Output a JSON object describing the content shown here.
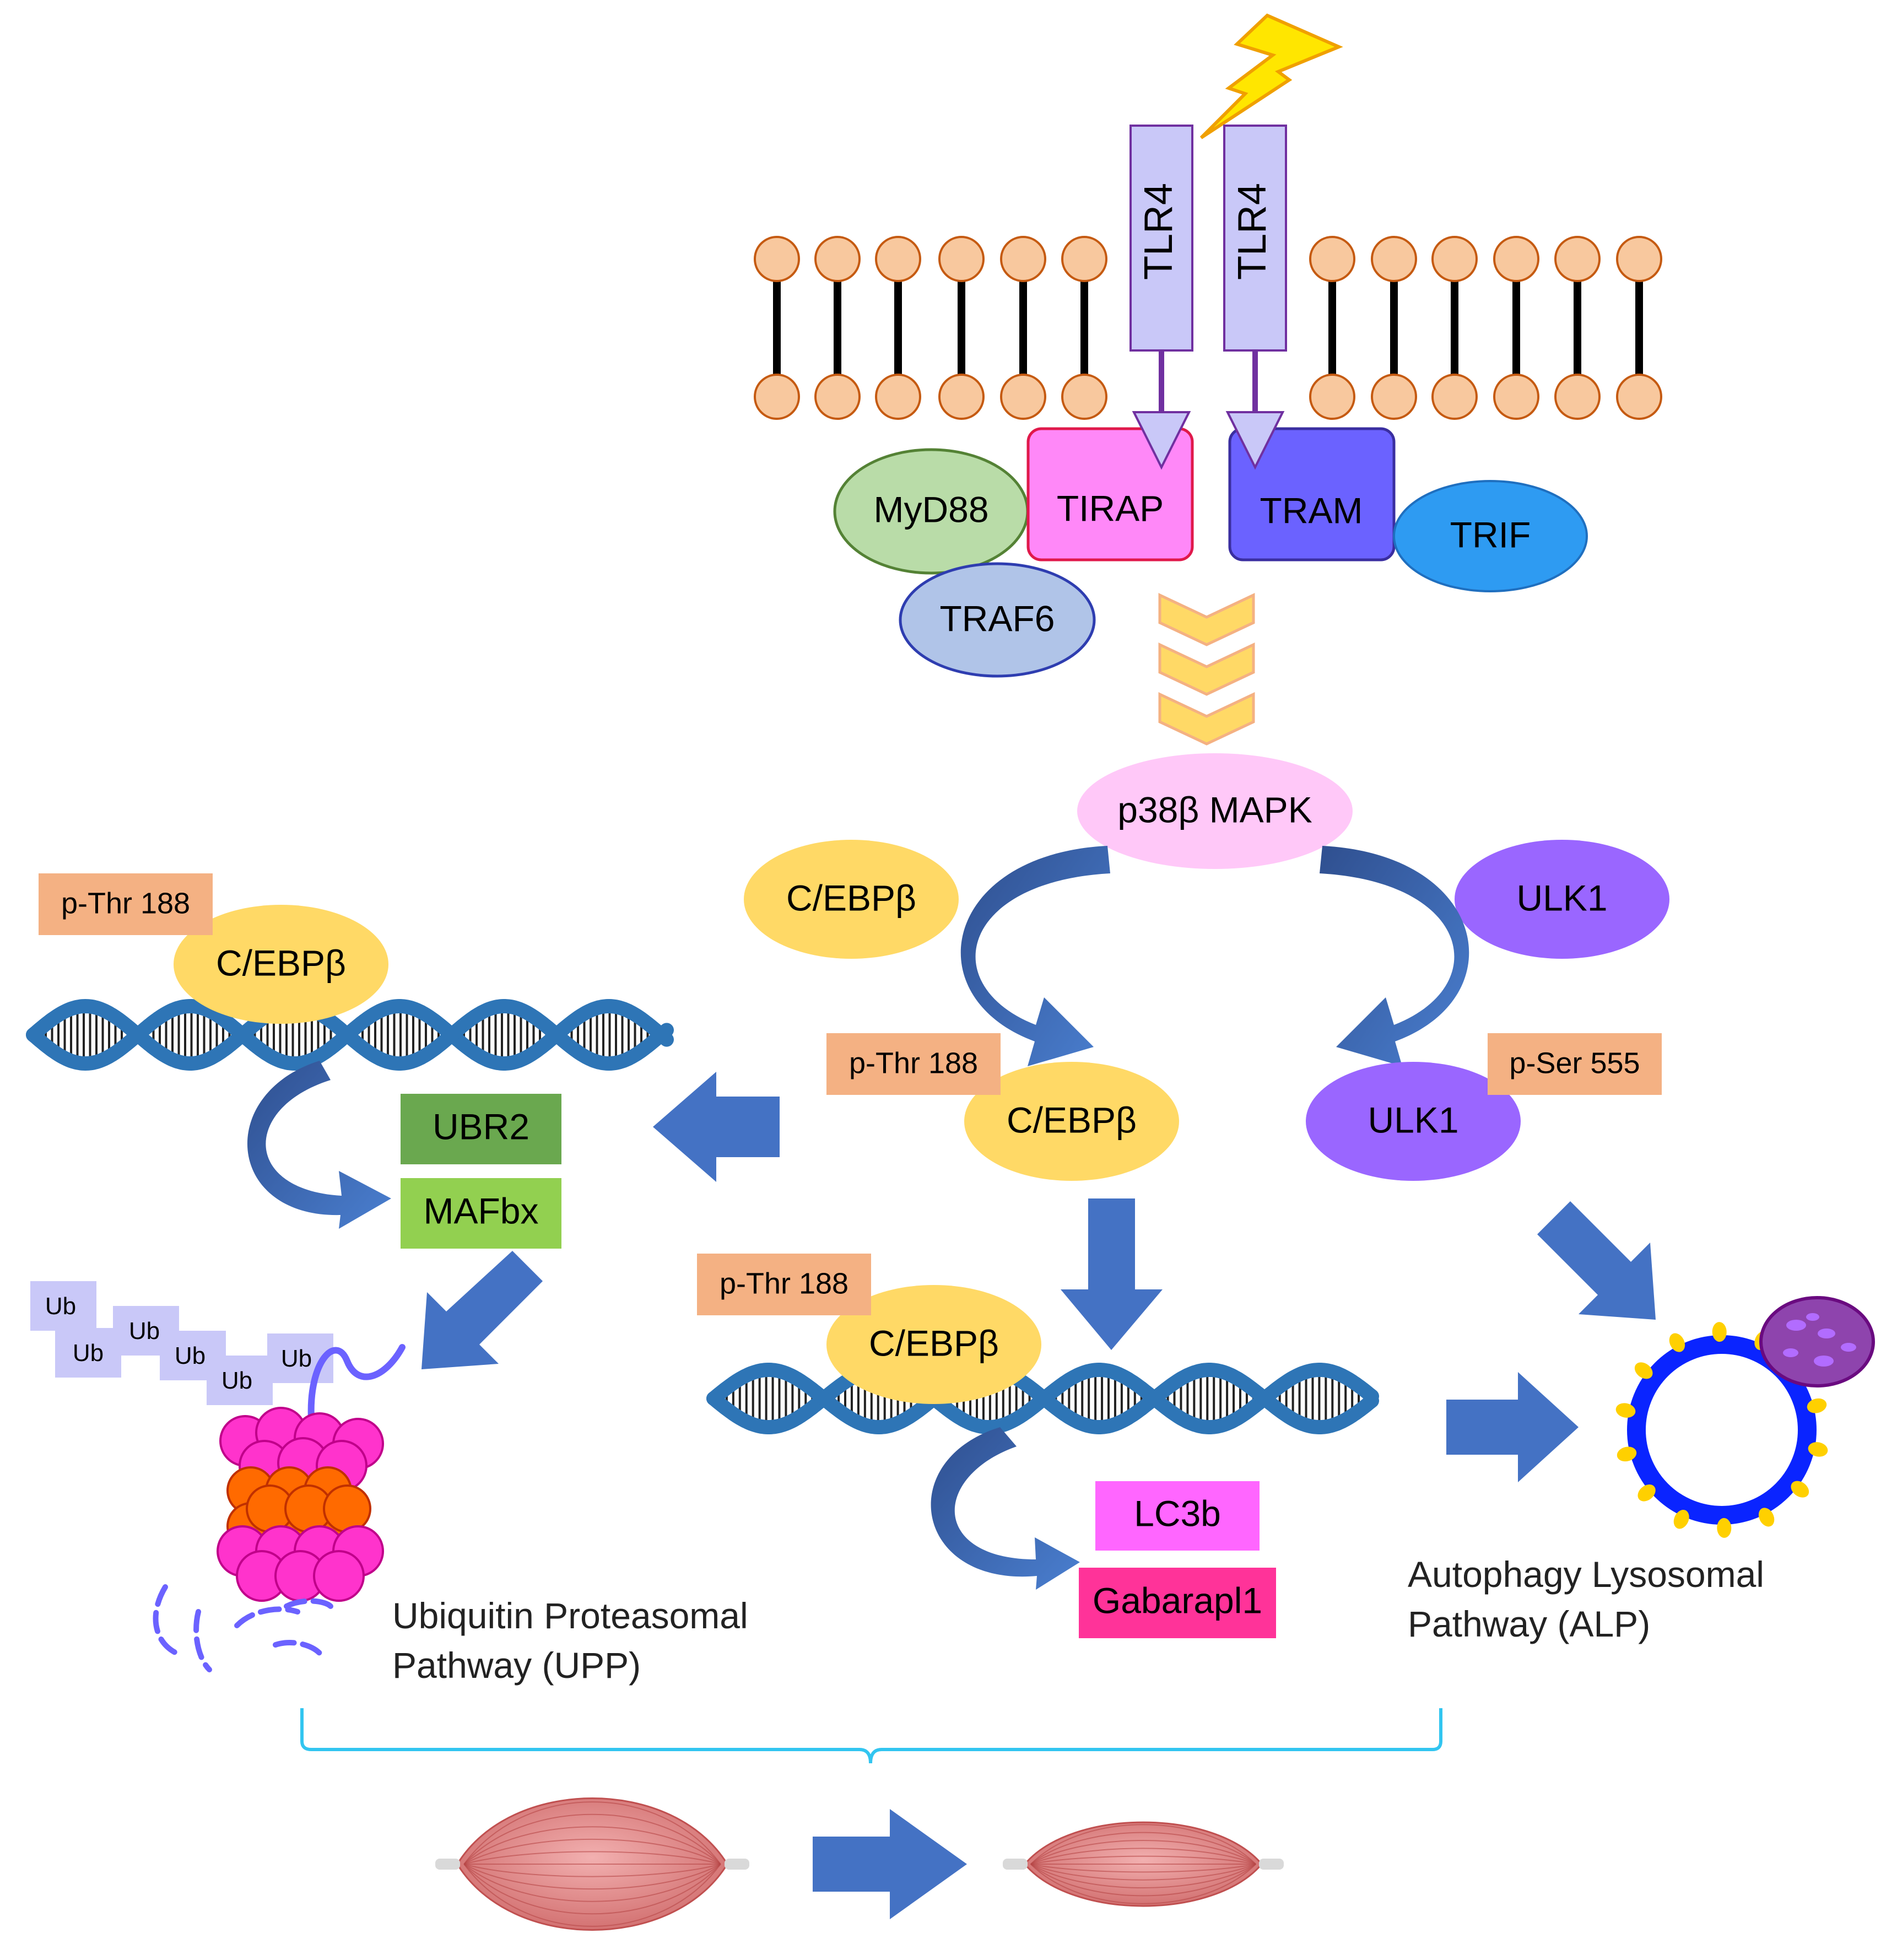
{
  "receptors": {
    "tlr4_a": "TLR4",
    "tlr4_b": "TLR4"
  },
  "adaptors": {
    "myd88": "MyD88",
    "tirap": "TIRAP",
    "tram": "TRAM",
    "trif": "TRIF",
    "traf6": "TRAF6"
  },
  "kinase": {
    "p38": "p38β MAPK"
  },
  "proteins": {
    "cebpb_left": "C/EBPβ",
    "cebpb_top": "C/EBPβ",
    "cebpb_mid": "C/EBPβ",
    "cebpb_low": "C/EBPβ",
    "ulk1_top": "ULK1",
    "ulk1_mid": "ULK1"
  },
  "phospho": {
    "left": "p-Thr 188",
    "mid": "p-Thr 188",
    "low": "p-Thr 188",
    "ulk1": "p-Ser 555"
  },
  "genes": {
    "ubr2": "UBR2",
    "mafbx": "MAFbx",
    "lc3b": "LC3b",
    "gabarapl1": "Gabarapl1"
  },
  "ubiquitin": {
    "ub": "Ub"
  },
  "pathways": {
    "upp_line1": "Ubiquitin Proteasomal",
    "upp_line2": "Pathway (UPP)",
    "alp_line1": "Autophagy Lysosomal",
    "alp_line2": "Pathway (ALP)"
  },
  "colors": {
    "lipid_head": "#f8c89e",
    "receptor": "#c9c8f8",
    "myd88": "#b9dca8",
    "tirap": "#ff88f8",
    "tram": "#6b62ff",
    "trif": "#2e9bf2",
    "traf6": "#b0c4e8",
    "p38": "#ffc8f8",
    "cebpb": "#ffd966",
    "ulk1": "#9a66ff",
    "phospho": "#f4b183",
    "ubr2": "#6aa84f",
    "mafbx": "#92d050",
    "lc3b": "#ff66ff",
    "gabarapl1": "#ff3399",
    "dna": "#2e75b6",
    "arrow": "#4472c4",
    "bracket": "#32c5f0"
  }
}
